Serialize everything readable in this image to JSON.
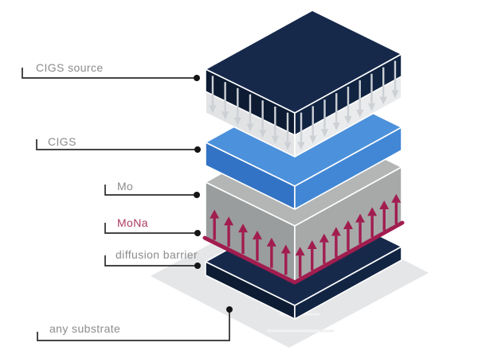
{
  "page": {
    "background": "#FFFFFF"
  },
  "colors": {
    "source_top": "#17294B",
    "source_side_left": "#0D1C33",
    "source_side_right": "#112442",
    "vapor_top": "#F0F0F1",
    "vapor_side_left": "#E2E3E5",
    "vapor_side_right": "#EAEBEC",
    "cigs_top": "#4C91DB",
    "cigs_side_left": "#3273C5",
    "cigs_side_right": "#4187D5",
    "mo_top": "#B4B6B5",
    "mo_side_left": "#9A9D9D",
    "mo_side_right": "#A7A9A9",
    "mona_accent": "#A11D4F",
    "barrier_top": "#17294B",
    "barrier_side_left": "#0D1C33",
    "barrier_side_right": "#112442",
    "substrate_fill": "#E5E6E8",
    "watermark": "#F0F1F3",
    "label_text": "#8C8C8C",
    "mona_label_text": "#AC3A63",
    "leader_line": "#2B2B2B",
    "deposition_arrow": "#CDD1D5"
  },
  "diagram": {
    "labels": [
      {
        "id": "cigs-source",
        "text": "CIGS source"
      },
      {
        "id": "cigs",
        "text": "CIGS"
      },
      {
        "id": "mo",
        "text": "Mo"
      },
      {
        "id": "mona",
        "text": "MoNa"
      },
      {
        "id": "diffusion-barrier",
        "text": "diffusion barrier"
      },
      {
        "id": "any-substrate",
        "text": "any substrate"
      }
    ],
    "arrows": {
      "deposition": {
        "direction": "down",
        "count_left_face": 7,
        "count_right_face": 9
      },
      "sodium_diffusion": {
        "direction": "up",
        "count_left_face": 6,
        "count_right_face": 9
      }
    }
  }
}
